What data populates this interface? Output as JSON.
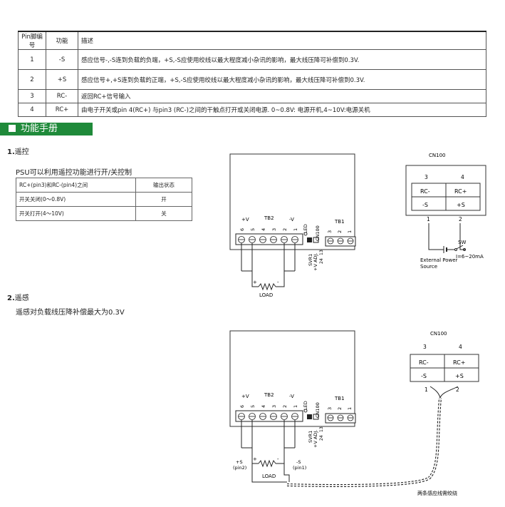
{
  "pin_table": {
    "headers": [
      "Pin脚编号",
      "功能",
      "描述"
    ],
    "rows": [
      {
        "pin": "1",
        "func": "-S",
        "desc": "感应信号-,-S连到负载的负端，+S,-S应使用绞线以最大程度减小杂讯的影响，最大线压降可补偿到0.3V."
      },
      {
        "pin": "2",
        "func": "+S",
        "desc": "感应信号+,+S连到负载的正端，+S,-S应使用绞线以最大程度减小杂讯的影响，最大线压降可补偿到0.3V."
      },
      {
        "pin": "3",
        "func": "RC-",
        "desc": "返回RC+信号输入"
      },
      {
        "pin": "4",
        "func": "RC+",
        "desc": "由电子开关或pin 4(RC+) 与pin3 (RC-)之间的干触点打开或关闭电源. 0~0.8V: 电源开机,4~10V:电源关机"
      }
    ]
  },
  "section_title": "功能手册",
  "remote": {
    "heading_num": "1.",
    "heading": "遥控",
    "intro": "PSU可以利用遥控功能进行开/关控制",
    "table": {
      "headers": [
        "RC+(pin3)和RC-(pin4)之间",
        "输出状态"
      ],
      "rows": [
        [
          "开关关闭(0～0.8V)",
          "开"
        ],
        [
          "开关打开(4～10V)",
          "关"
        ]
      ]
    }
  },
  "sense": {
    "heading_num": "2.",
    "heading": "遥感",
    "intro": "遥感对负载线压降补偿最大为0.3V"
  },
  "diagram": {
    "tb2": "TB2",
    "tb1": "TB1",
    "plus_v": "+V",
    "minus_v": "-V",
    "led": "LED",
    "cn100": "CN100",
    "svr1": "SVR1",
    "v_adj": "+V ADJ.",
    "tb2_pins": [
      "6",
      "5",
      "4",
      "3",
      "2",
      "1"
    ],
    "tb1_pins": [
      "3",
      "2",
      "1"
    ],
    "chip_pins": [
      "13",
      "24"
    ],
    "load": "LOAD",
    "plus": "+",
    "minus": "-",
    "plus_s": "+S",
    "plus_s_pin": "(pin2)",
    "minus_s": "-S",
    "minus_s_pin": "(pin1)"
  },
  "connector": {
    "title": "CN100",
    "top_pins": [
      "3",
      "4"
    ],
    "bottom_pins": [
      "1",
      "2"
    ],
    "cells": [
      [
        "RC-",
        "RC+"
      ],
      [
        "-S",
        "+S"
      ]
    ],
    "sw": "SW",
    "current": "I=6~20mA",
    "ext_power": "External Power",
    "source": "Source",
    "twisted_label": "两条感应线需绞绕"
  }
}
